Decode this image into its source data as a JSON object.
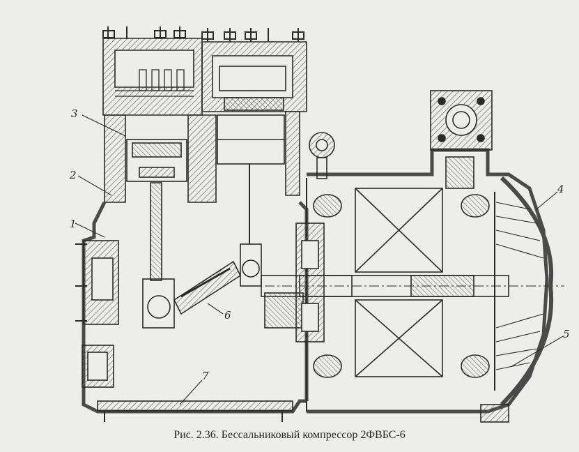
{
  "figure": {
    "caption": "Рис. 2.36. Бессальниковый компрессор 2ФВБС-6",
    "labels": [
      "1",
      "2",
      "3",
      "4",
      "5",
      "6",
      "7"
    ]
  },
  "colors": {
    "paper": "#ededeb",
    "ink": "#2a2a2a",
    "hatch": "#6a6a6a"
  }
}
